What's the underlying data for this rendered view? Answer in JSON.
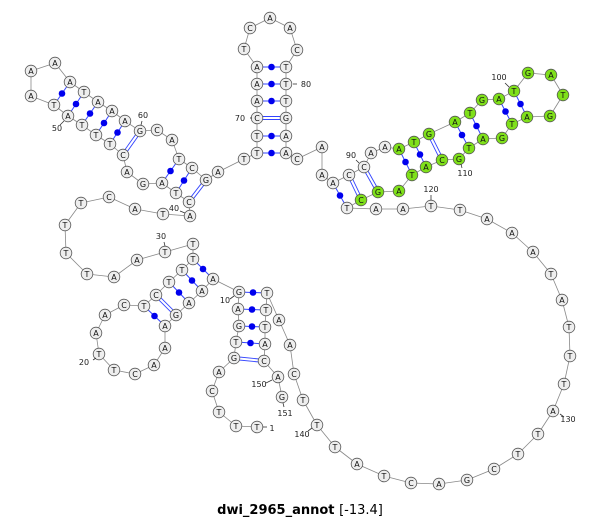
{
  "title": {
    "name": "dwi_2965_annot",
    "energy": "[-13.4]"
  },
  "structure": {
    "sequence": "TTTCAGTGAGAAAGAAACTTAACTCTTTTTAATTTTCATACTAGACTTTATAAAATAAAGCATCGATTTCAAATCAACTTTGAACAAACCAAATGATGATGATGATGATGCATAGCTAATTAAATATTTATTCGACTATTTCAATTTACAG",
    "pairs": [
      [
        6,
        149
      ],
      [
        7,
        148
      ],
      [
        8,
        147
      ],
      [
        9,
        146
      ],
      [
        10,
        145
      ],
      [
        11,
        28
      ],
      [
        12,
        27
      ],
      [
        13,
        26
      ],
      [
        14,
        25
      ],
      [
        15,
        24
      ],
      [
        41,
        65
      ],
      [
        42,
        64
      ],
      [
        43,
        63
      ],
      [
        46,
        60
      ],
      [
        47,
        59
      ],
      [
        48,
        58
      ],
      [
        49,
        57
      ],
      [
        50,
        56
      ],
      [
        51,
        55
      ],
      [
        68,
        84
      ],
      [
        69,
        83
      ],
      [
        70,
        82
      ],
      [
        71,
        81
      ],
      [
        72,
        80
      ],
      [
        73,
        79
      ],
      [
        88,
        117
      ],
      [
        89,
        116
      ],
      [
        90,
        115
      ],
      [
        93,
        113
      ],
      [
        94,
        112
      ],
      [
        95,
        111
      ],
      [
        96,
        109
      ],
      [
        97,
        108
      ],
      [
        99,
        106
      ],
      [
        100,
        105
      ]
    ],
    "highlight_range": [
      93,
      116
    ],
    "position_labels": [
      "1",
      "10",
      "20",
      "30",
      "40",
      "50",
      "60",
      "70",
      "80",
      "90",
      "100",
      "110",
      "120",
      "130",
      "140",
      "150",
      "151"
    ]
  },
  "colors": {
    "highlight": "#7fe01a",
    "pair": "#3344ff",
    "dot": "#0000ee",
    "backbone": "#888888"
  }
}
